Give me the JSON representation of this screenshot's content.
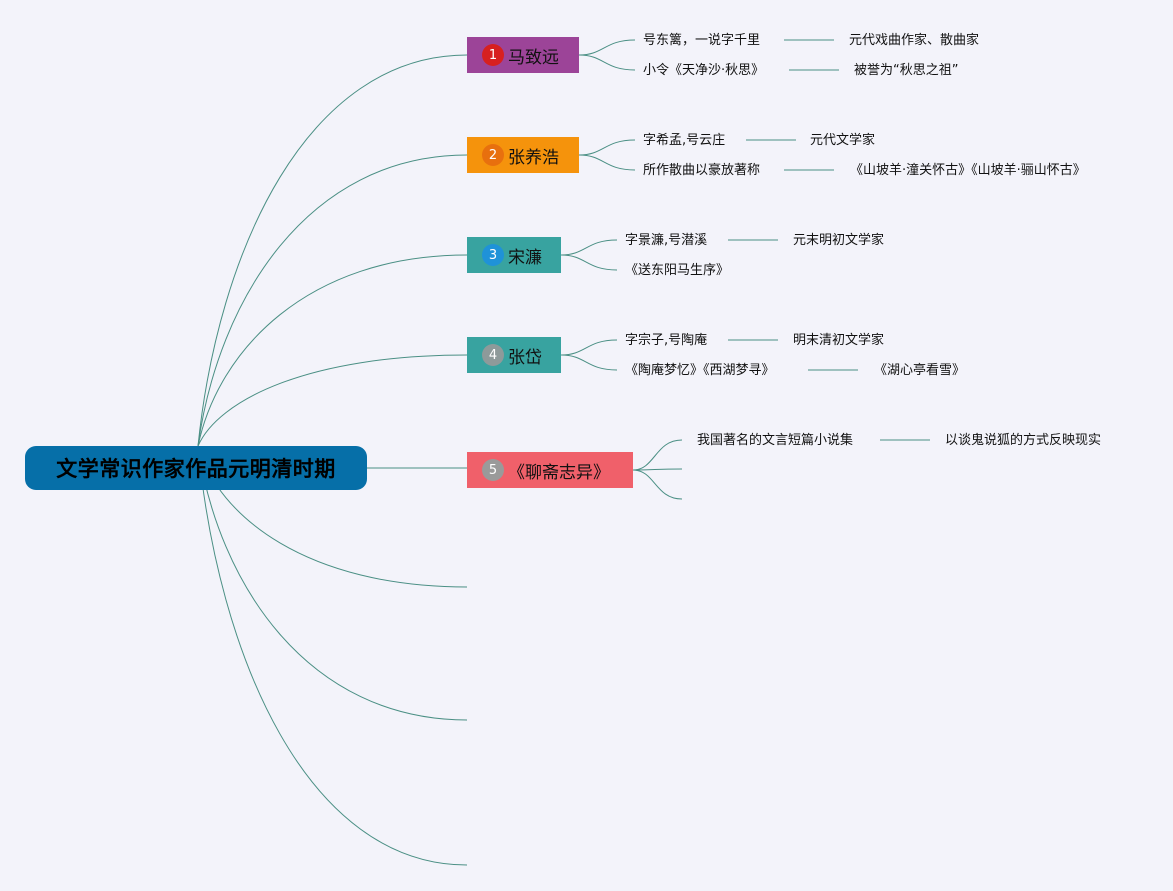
{
  "colors": {
    "line": "#4a8f84",
    "root": "#066fa8",
    "canvas_bg": "#f3f3fa"
  },
  "root": {
    "title": "文学常识作家作品元明清时期"
  },
  "topics": [
    {
      "badge": "1",
      "name": "马致远",
      "bg_color": "#9c4498",
      "badge_color": "#d72020",
      "details": [
        {
          "left": "号东篱，一说字千里",
          "right": "元代戏曲作家、散曲家"
        },
        {
          "left": "小令《天净沙·秋思》",
          "right": "被誉为“秋思之祖”"
        }
      ]
    },
    {
      "badge": "2",
      "name": "张养浩",
      "bg_color": "#f5930c",
      "badge_color": "#e8700e",
      "details": [
        {
          "left": "字希孟,号云庄",
          "right": "元代文学家"
        },
        {
          "left": "所作散曲以豪放著称",
          "right": "《山坡羊·潼关怀古》《山坡羊·骊山怀古》"
        }
      ]
    },
    {
      "badge": "3",
      "name": "宋濂",
      "bg_color": "#38a3a0",
      "badge_color": "#1f92d8",
      "details": [
        {
          "left": "字景濂,号潜溪",
          "right": "元末明初文学家"
        },
        {
          "left": "《送东阳马生序》",
          "right": ""
        }
      ]
    },
    {
      "badge": "4",
      "name": "张岱",
      "bg_color": "#38a3a0",
      "badge_color": "#8e9a9a",
      "details": [
        {
          "left": "字宗子,号陶庵",
          "right": "明末清初文学家"
        },
        {
          "left": "《陶庵梦忆》《西湖梦寻》",
          "right": "《湖心亭看雪》"
        }
      ]
    },
    {
      "badge": "5",
      "name": "《聊斋志异》",
      "bg_color": "#f0606a",
      "badge_color": "#9a9a9a",
      "details": [
        {
          "left": "我国著名的文言短篇小说集",
          "right": "以谈鬼说狐的方式反映现实"
        },
        {
          "left": "",
          "right": ""
        },
        {
          "left": "",
          "right": ""
        }
      ]
    }
  ]
}
